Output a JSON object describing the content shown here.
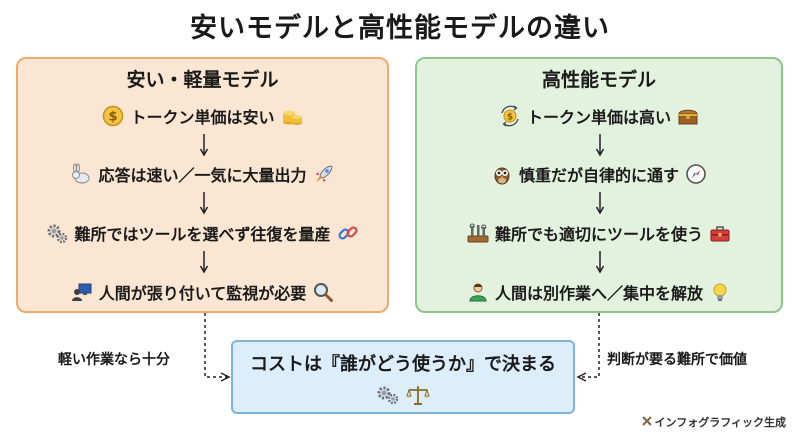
{
  "title": "安いモデルと高性能モデルの違い",
  "left": {
    "title": "安い・軽量モデル",
    "steps": [
      {
        "icon": "dollar-coin-icon",
        "text": "トークン単価は安い",
        "icon_after": "coin-stack-icon"
      },
      {
        "icon": "rabbit-icon",
        "text": "応答は速い／一気に大量出力",
        "icon_after": "rocket-icon"
      },
      {
        "icon": "gears-icon",
        "text": "難所ではツールを選べず往復を量産",
        "icon_after": "chain-link-icon"
      },
      {
        "icon": "person-monitor-icon",
        "text": "人間が張り付いて監視が必要",
        "icon_after": "magnifier-icon"
      }
    ]
  },
  "right": {
    "title": "高性能モデル",
    "steps": [
      {
        "icon": "dollar-cycle-icon",
        "text": "トークン単価は高い",
        "icon_after": "treasure-chest-icon"
      },
      {
        "icon": "owl-icon",
        "text": "慎重だが自律的に通す",
        "icon_after": "compass-icon"
      },
      {
        "icon": "tools-icon",
        "text": "難所でも適切にツールを使う",
        "icon_after": "toolbox-icon"
      },
      {
        "icon": "person-relaxed-icon",
        "text": "人間は別作業へ／集中を解放",
        "icon_after": "lightbulb-icon"
      }
    ]
  },
  "cost": {
    "text": "コストは『誰がどう使うか』で決まる",
    "icons": [
      "gears-icon",
      "balance-scale-icon"
    ]
  },
  "side_labels": {
    "left": "軽い作業なら十分",
    "right": "判断が要る難所で価値"
  },
  "footer": {
    "icon": "tools-cross-icon",
    "text": "インフォグラフィック生成"
  },
  "colors": {
    "left_bg": "#fbe6d3",
    "left_border": "#eeaa6c",
    "right_bg": "#e3f2de",
    "right_border": "#8cc68a",
    "cost_bg": "#dceefb",
    "cost_border": "#7fb2dc"
  }
}
